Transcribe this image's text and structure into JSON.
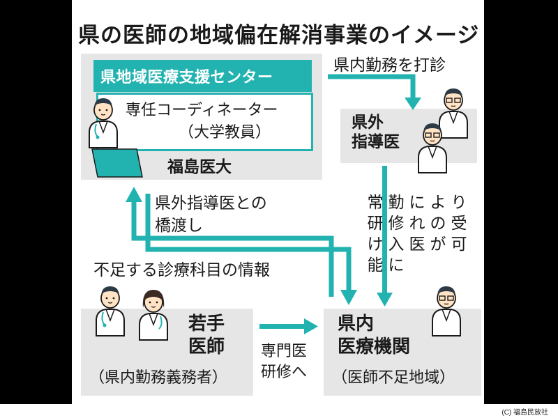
{
  "title": "県の医師の地域偏在解消事業のイメージ",
  "center": {
    "org": "県地域医療支援センター",
    "coordinator": "専任コーディネーター",
    "coordinator_sub": "（大学教員）",
    "university": "福島医大"
  },
  "outside": {
    "label_line1": "県外",
    "label_line2": "指導医"
  },
  "young": {
    "label_line1": "若手",
    "label_line2": "医師",
    "sub": "（県内勤務義務者）"
  },
  "inner": {
    "label_line1": "県内",
    "label_line2": "医療機関",
    "sub": "（医師不足地域）"
  },
  "arrows": {
    "persuade": "県内勤務を打診",
    "bridge_line1": "県外指導医との",
    "bridge_line2": "橋渡し",
    "shortage_info": "不足する診療科目の情報",
    "specialist_line1": "専門医",
    "specialist_line2": "研修へ",
    "accept_columns": [
      "常研け能",
      "勤修入に",
      "にれ医",
      "よのが",
      "り受可"
    ]
  },
  "colors": {
    "accent": "#22b3b0",
    "box": "#e6e6e6"
  },
  "credit": "(C) 福島民放社"
}
